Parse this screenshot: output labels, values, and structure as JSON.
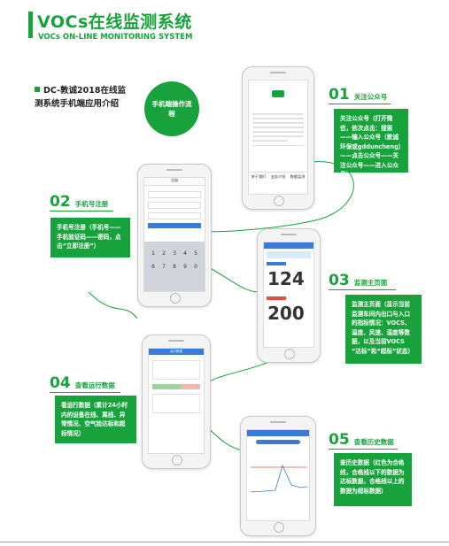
{
  "header": {
    "title_cn": "VOCs在线监测系统",
    "title_en": "VOCs ON-LINE MONITORING SYSTEM"
  },
  "intro": {
    "text": "DC-敦诚2018在线监测系统手机端应用介绍"
  },
  "process_circle": {
    "label": "手机端操作流程"
  },
  "steps": [
    {
      "number": "01",
      "title": "关注公众号",
      "description": "关注公众号（打开微信，依次点击：搜索——输入公众号（敦诚环保或gdduncheng）——点击公众号——关注公众号——进入公众号）"
    },
    {
      "number": "02",
      "title": "手机号注册",
      "description": "手机号注册（手机号——手机验证码——密码，点击“立即注册”）"
    },
    {
      "number": "03",
      "title": "监测主页面",
      "description": "监测主页面（显示当前监测车间内出口与入口的指标情况：VOCS、温度、风速、湿度等数据，以及当前VOCS “达标”和“超标”状态）"
    },
    {
      "number": "04",
      "title": "查看运行数据",
      "description": "看运行数据（累计24小时内的设备在线、离线、异常情况、空气检达标和超标情况）"
    },
    {
      "number": "05",
      "title": "查看历史数据",
      "description": "查历史数据（红色为合格线，合格线以下的数据为达标数据，合格线以上的数据为超标数据）"
    }
  ],
  "phone_screens": {
    "wechat": {
      "tab1": "关于我们",
      "tab2": "业务介绍",
      "tab3": "数据监测"
    },
    "register": {
      "title": "注册",
      "keypad": [
        "1",
        "2",
        "3",
        "4",
        "5",
        "6",
        "7",
        "8",
        "9",
        "0"
      ]
    },
    "monitor": {
      "value_in": "124",
      "value_out": "200"
    },
    "running": {
      "title": "运行数据"
    }
  },
  "colors": {
    "brand_green": "#17a23c",
    "app_blue": "#3a7bd5",
    "alert_red": "#e84c3d"
  }
}
